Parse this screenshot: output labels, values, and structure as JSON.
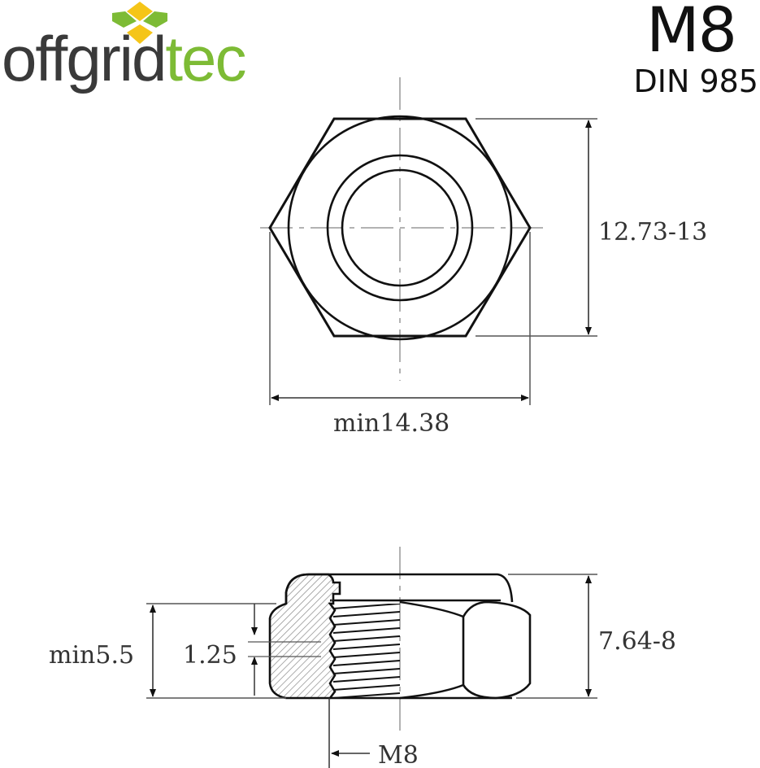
{
  "brand": {
    "name_dark": "offgrid",
    "name_green": "tec",
    "colors": {
      "dark": "#3a3a3a",
      "green": "#7dbb35",
      "yellow": "#f5c518"
    }
  },
  "title": {
    "size": "M8",
    "standard": "DIN 985"
  },
  "top_view": {
    "height_dimension": "12.73-13",
    "width_dimension": "min14.38"
  },
  "side_view": {
    "thread_height": "min5.5",
    "pitch": "1.25",
    "total_height": "7.64-8",
    "thread_size": "M8"
  },
  "colors": {
    "line": "#111111",
    "dim_line": "#555555",
    "centerline": "#999999"
  }
}
